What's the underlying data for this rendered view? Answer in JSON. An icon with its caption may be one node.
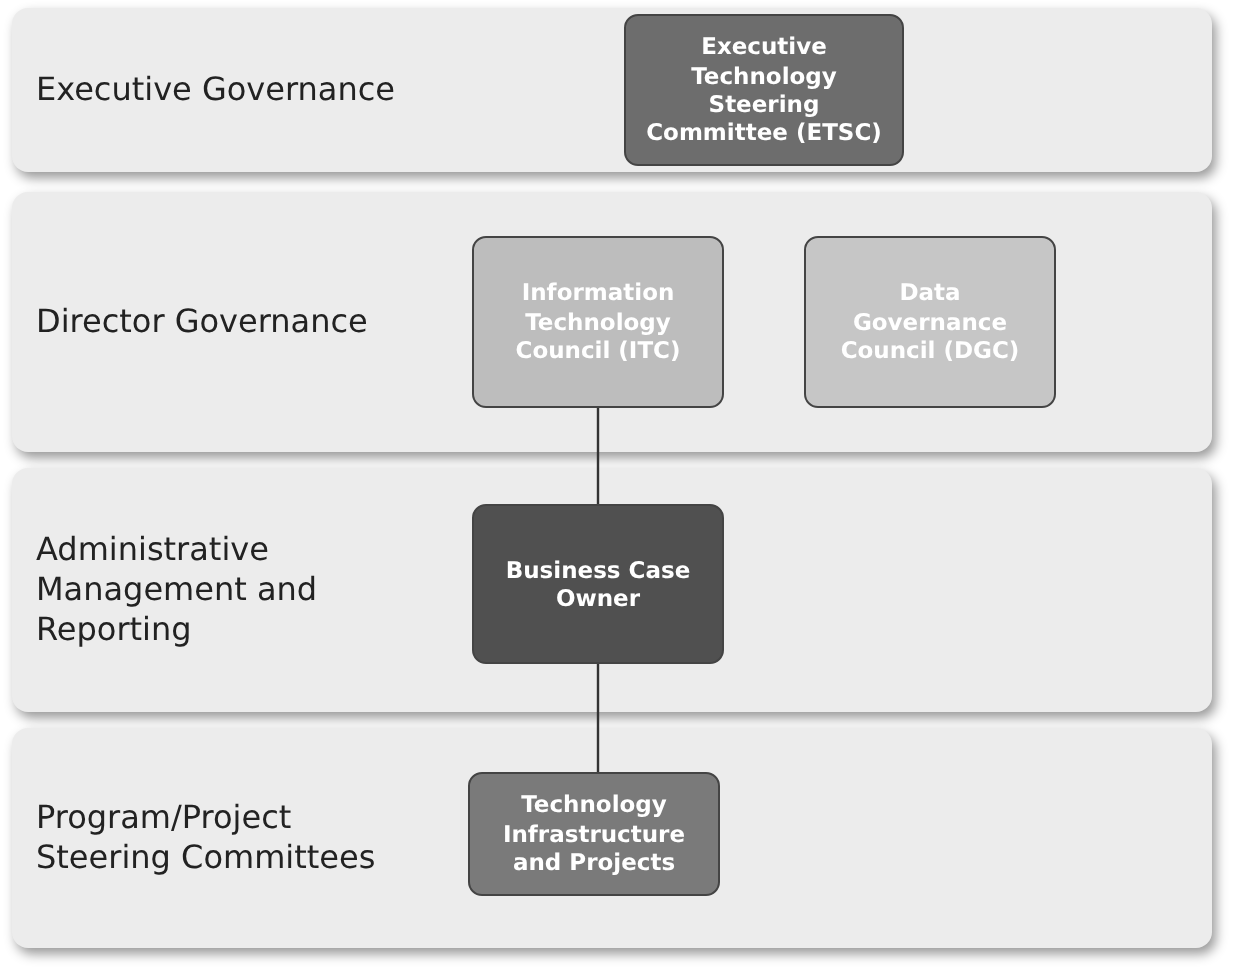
{
  "diagram": {
    "nodes": [
      {
        "text": [
          "Executive Governance"
        ]
      },
      {
        "text": [
          "Executive Technology Steering Committee (ETSC)"
        ],
        "in": 0
      },
      {
        "text": [
          "Director Governance"
        ]
      },
      {
        "text": [
          "Information Technology Council (ITC)"
        ],
        "in": 2
      },
      {
        "text": [
          "Data Governance Council (DGC)"
        ],
        "in": 2
      },
      {
        "text": [
          "Administrative Management and Reporting"
        ]
      },
      {
        "text": [
          "Business Case Owner"
        ],
        "in": 5
      },
      {
        "text": [
          "Program/Project Steering Committees"
        ]
      },
      {
        "text": [
          "Technology Infrastructure and Projects"
        ],
        "in": 7
      }
    ],
    "edges": [
      {
        "from": 3,
        "to": 6,
        "arrow": "none"
      },
      {
        "from": 6,
        "to": 8,
        "arrow": "none"
      }
    ]
  }
}
